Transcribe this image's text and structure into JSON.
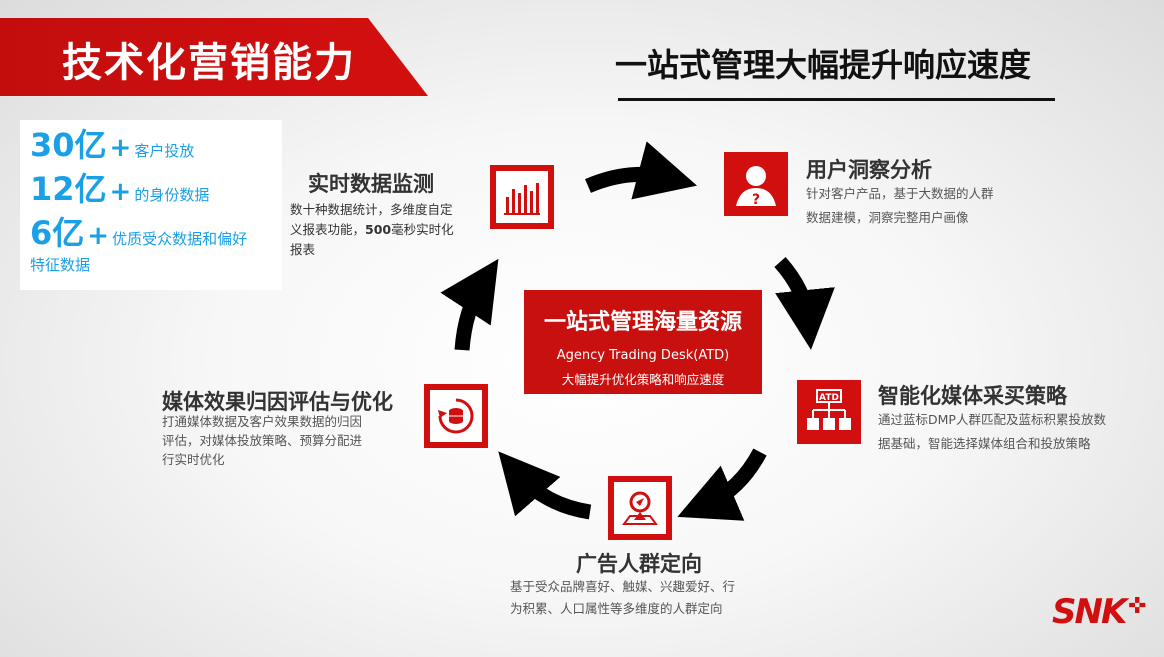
{
  "header": {
    "banner_title": "技术化营销能力",
    "headline": "一站式管理大幅提升响应速度"
  },
  "stats": [
    {
      "num": "30亿",
      "plus": "+",
      "text": "客户投放"
    },
    {
      "num": "12亿",
      "plus": "+",
      "text": "的身份数据"
    },
    {
      "num": "6亿",
      "plus": "+",
      "text": "优质受众数据和偏好"
    }
  ],
  "stats_extra": "特征数据",
  "nodes": {
    "monitor": {
      "title": "实时数据监测",
      "desc1": "数十种数据统计，多维度自定",
      "desc2": "义报表功能，",
      "desc_bold": "500",
      "desc3": "毫秒实时化",
      "desc4": "报表"
    },
    "insight": {
      "title": "用户洞察分析",
      "desc1": "针对客户产品，基于大数据的人群",
      "desc2": "数据建模，洞察完整用户画像"
    },
    "buying": {
      "title": "智能化媒体采买策略",
      "desc1": "通过蓝标DMP人群匹配及蓝标积累投放数",
      "desc2": "据基础，智能选择媒体组合和投放策略",
      "icon_label": "ATD"
    },
    "targeting": {
      "title": "广告人群定向",
      "desc1": "基于受众品牌喜好、触媒、兴趣爱好、行",
      "desc2": "为积累、人口属性等多维度的人群定向"
    },
    "attribution": {
      "title": "媒体效果归因评估与优化",
      "desc1": "打通媒体数据及客户效果数据的归因",
      "desc2": "评估，对媒体投放策略、预算分配进",
      "desc3": "行实时优化"
    }
  },
  "center": {
    "title": "一站式管理海量资源",
    "subtitle": "Agency Trading Desk(ATD)",
    "subtitle2": "大幅提升优化策略和响应速度"
  },
  "logo": {
    "text": "SNK",
    "mark": "✜"
  },
  "colors": {
    "accent": "#d10f0f",
    "stat_blue": "#1aa0e6"
  }
}
